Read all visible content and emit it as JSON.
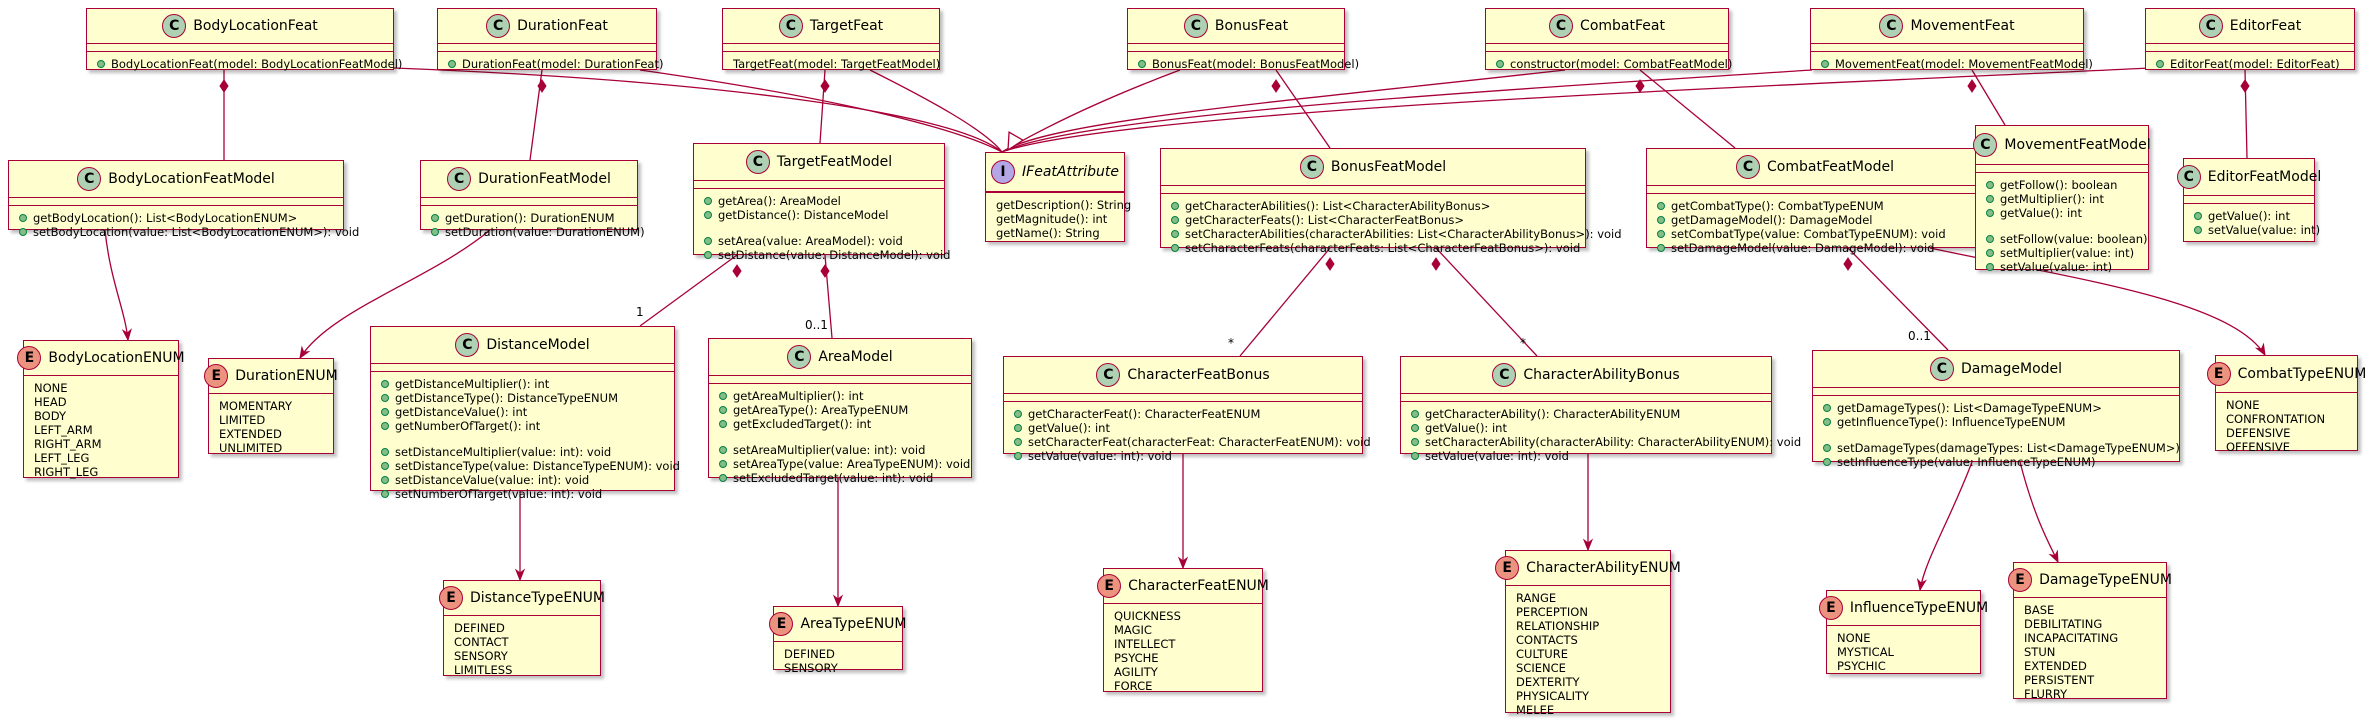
{
  "classes": {
    "body_location_feat": {
      "kind": "C",
      "name": "BodyLocationFeat",
      "methods": [
        {
          "vis": true,
          "text": "BodyLocationFeat(model: BodyLocationFeatModel)"
        }
      ]
    },
    "duration_feat": {
      "kind": "C",
      "name": "DurationFeat",
      "methods": [
        {
          "vis": true,
          "text": "DurationFeat(model: DurationFeat)"
        }
      ]
    },
    "target_feat": {
      "kind": "C",
      "name": "TargetFeat",
      "methods": [
        {
          "vis": false,
          "text": "TargetFeat(model: TargetFeatModel)"
        }
      ]
    },
    "bonus_feat": {
      "kind": "C",
      "name": "BonusFeat",
      "methods": [
        {
          "vis": true,
          "text": "BonusFeat(model: BonusFeatModel)"
        }
      ]
    },
    "combat_feat": {
      "kind": "C",
      "name": "CombatFeat",
      "methods": [
        {
          "vis": true,
          "text": "constructor(model: CombatFeatModel)"
        }
      ]
    },
    "movement_feat": {
      "kind": "C",
      "name": "MovementFeat",
      "methods": [
        {
          "vis": true,
          "text": "MovementFeat(model: MovementFeatModel)"
        }
      ]
    },
    "editor_feat": {
      "kind": "C",
      "name": "EditorFeat",
      "methods": [
        {
          "vis": true,
          "text": "EditorFeat(model: EditorFeat)"
        }
      ]
    },
    "ifeat_attribute": {
      "kind": "I",
      "name": "IFeatAttribute",
      "methods": [
        {
          "vis": false,
          "text": "getDescription(): String"
        },
        {
          "vis": false,
          "text": "getMagnitude(): int"
        },
        {
          "vis": false,
          "text": "getName(): String"
        }
      ]
    },
    "body_location_feat_model": {
      "kind": "C",
      "name": "BodyLocationFeatModel",
      "methods": [
        {
          "vis": true,
          "text": "getBodyLocation(): List<BodyLocationENUM>"
        },
        {
          "vis": true,
          "text": "setBodyLocation(value: List<BodyLocationENUM>): void"
        }
      ]
    },
    "duration_feat_model": {
      "kind": "C",
      "name": "DurationFeatModel",
      "methods": [
        {
          "vis": true,
          "text": "getDuration(): DurationENUM"
        },
        {
          "vis": true,
          "text": "setDuration(value: DurationENUM)"
        }
      ]
    },
    "target_feat_model": {
      "kind": "C",
      "name": "TargetFeatModel",
      "methods": [
        {
          "vis": true,
          "text": "getArea(): AreaModel"
        },
        {
          "vis": true,
          "text": "getDistance(): DistanceModel"
        },
        {
          "gap": true
        },
        {
          "vis": true,
          "text": "setArea(value: AreaModel): void"
        },
        {
          "vis": true,
          "text": "setDistance(value: DistanceModel): void"
        }
      ]
    },
    "bonus_feat_model": {
      "kind": "C",
      "name": "BonusFeatModel",
      "methods": [
        {
          "vis": true,
          "text": "getCharacterAbilities(): List<CharacterAbilityBonus>"
        },
        {
          "vis": true,
          "text": "getCharacterFeats(): List<CharacterFeatBonus>"
        },
        {
          "vis": true,
          "text": "setCharacterAbilities(characterAbilities: List<CharacterAbilityBonus>): void"
        },
        {
          "vis": true,
          "text": "setCharacterFeats(characterFeats: List<CharacterFeatBonus>): void"
        }
      ]
    },
    "combat_feat_model": {
      "kind": "C",
      "name": "CombatFeatModel",
      "methods": [
        {
          "vis": true,
          "text": "getCombatType(): CombatTypeENUM"
        },
        {
          "vis": true,
          "text": "getDamageModel(): DamageModel"
        },
        {
          "vis": true,
          "text": "setCombatType(value: CombatTypeENUM): void"
        },
        {
          "vis": true,
          "text": "setDamageModel(value: DamageModel): void"
        }
      ]
    },
    "movement_feat_model": {
      "kind": "C",
      "name": "MovementFeatModel",
      "methods": [
        {
          "vis": true,
          "text": "getFollow(): boolean"
        },
        {
          "vis": true,
          "text": "getMultiplier(): int"
        },
        {
          "vis": true,
          "text": "getValue(): int"
        },
        {
          "gap": true
        },
        {
          "vis": true,
          "text": "setFollow(value: boolean)"
        },
        {
          "vis": true,
          "text": "setMultiplier(value: int)"
        },
        {
          "vis": true,
          "text": "setValue(value: int)"
        }
      ]
    },
    "editor_feat_model": {
      "kind": "C",
      "name": "EditorFeatModel",
      "methods": [
        {
          "vis": true,
          "text": "getValue(): int"
        },
        {
          "vis": true,
          "text": "setValue(value: int)"
        }
      ]
    },
    "body_location_enum": {
      "kind": "E",
      "name": "BodyLocationENUM",
      "fields": [
        "NONE",
        "HEAD",
        "BODY",
        "LEFT_ARM",
        "RIGHT_ARM",
        "LEFT_LEG",
        "RIGHT_LEG"
      ]
    },
    "duration_enum": {
      "kind": "E",
      "name": "DurationENUM",
      "fields": [
        "MOMENTARY",
        "LIMITED",
        "EXTENDED",
        "UNLIMITED"
      ]
    },
    "distance_model": {
      "kind": "C",
      "name": "DistanceModel",
      "methods": [
        {
          "vis": true,
          "text": "getDistanceMultiplier(): int"
        },
        {
          "vis": true,
          "text": "getDistanceType(): DistanceTypeENUM"
        },
        {
          "vis": true,
          "text": "getDistanceValue(): int"
        },
        {
          "vis": true,
          "text": "getNumberOfTarget(): int"
        },
        {
          "gap": true
        },
        {
          "vis": true,
          "text": "setDistanceMultiplier(value: int): void"
        },
        {
          "vis": true,
          "text": "setDistanceType(value: DistanceTypeENUM): void"
        },
        {
          "vis": true,
          "text": "setDistanceValue(value: int): void"
        },
        {
          "vis": true,
          "text": "setNumberOfTarget(value: int): void"
        }
      ]
    },
    "area_model": {
      "kind": "C",
      "name": "AreaModel",
      "methods": [
        {
          "vis": true,
          "text": "getAreaMultiplier(): int"
        },
        {
          "vis": true,
          "text": "getAreaType(): AreaTypeENUM"
        },
        {
          "vis": true,
          "text": "getExcludedTarget(): int"
        },
        {
          "gap": true
        },
        {
          "vis": true,
          "text": "setAreaMultiplier(value: int): void"
        },
        {
          "vis": true,
          "text": "setAreaType(value: AreaTypeENUM): void"
        },
        {
          "vis": true,
          "text": "setExcludedTarget(value: int): void"
        }
      ]
    },
    "character_feat_bonus": {
      "kind": "C",
      "name": "CharacterFeatBonus",
      "methods": [
        {
          "vis": true,
          "text": "getCharacterFeat(): CharacterFeatENUM"
        },
        {
          "vis": true,
          "text": "getValue(): int"
        },
        {
          "vis": true,
          "text": "setCharacterFeat(characterFeat: CharacterFeatENUM): void"
        },
        {
          "vis": true,
          "text": "setValue(value: int): void"
        }
      ]
    },
    "character_ability_bonus": {
      "kind": "C",
      "name": "CharacterAbilityBonus",
      "methods": [
        {
          "vis": true,
          "text": "getCharacterAbility(): CharacterAbilityENUM"
        },
        {
          "vis": true,
          "text": "getValue(): int"
        },
        {
          "vis": true,
          "text": "setCharacterAbility(characterAbility: CharacterAbilityENUM): void"
        },
        {
          "vis": true,
          "text": "setValue(value: int): void"
        }
      ]
    },
    "damage_model": {
      "kind": "C",
      "name": "DamageModel",
      "methods": [
        {
          "vis": true,
          "text": "getDamageTypes(): List<DamageTypeENUM>"
        },
        {
          "vis": true,
          "text": "getInfluenceType(): InfluenceTypeENUM"
        },
        {
          "gap": true
        },
        {
          "vis": true,
          "text": "setDamageTypes(damageTypes: List<DamageTypeENUM>)"
        },
        {
          "vis": true,
          "text": "setInfluenceType(value: InfluenceTypeENUM)"
        }
      ]
    },
    "combat_type_enum": {
      "kind": "E",
      "name": "CombatTypeENUM",
      "fields": [
        "NONE",
        "CONFRONTATION",
        "DEFENSIVE",
        "OFFENSIVE"
      ]
    },
    "distance_type_enum": {
      "kind": "E",
      "name": "DistanceTypeENUM",
      "fields": [
        "DEFINED",
        "CONTACT",
        "SENSORY",
        "LIMITLESS"
      ]
    },
    "area_type_enum": {
      "kind": "E",
      "name": "AreaTypeENUM",
      "fields": [
        "DEFINED",
        "SENSORY"
      ]
    },
    "character_feat_enum": {
      "kind": "E",
      "name": "CharacterFeatENUM",
      "fields": [
        "QUICKNESS",
        "MAGIC",
        "INTELLECT",
        "PSYCHE",
        "AGILITY",
        "FORCE"
      ]
    },
    "character_ability_enum": {
      "kind": "E",
      "name": "CharacterAbilityENUM",
      "fields": [
        "RANGE",
        "PERCEPTION",
        "RELATIONSHIP",
        "CONTACTS",
        "CULTURE",
        "SCIENCE",
        "DEXTERITY",
        "PHYSICALITY",
        "MELEE"
      ]
    },
    "influence_type_enum": {
      "kind": "E",
      "name": "InfluenceTypeENUM",
      "fields": [
        "NONE",
        "MYSTICAL",
        "PSYCHIC"
      ]
    },
    "damage_type_enum": {
      "kind": "E",
      "name": "DamageTypeENUM",
      "fields": [
        "BASE",
        "DEBILITATING",
        "INCAPACITATING",
        "STUN",
        "EXTENDED",
        "PERSISTENT",
        "FLURRY"
      ]
    }
  },
  "multiplicities": {
    "distance": "1",
    "area": "0..1",
    "character_feats": "*",
    "character_abilities": "*",
    "damage": "0..1"
  },
  "colors": {
    "border": "#A80036",
    "fill": "#FEFECE",
    "class_badge": "#ADD1B2",
    "enum_badge": "#EB937F",
    "interface_badge": "#B4A7E5",
    "visibility_dot": "#84BE84"
  }
}
